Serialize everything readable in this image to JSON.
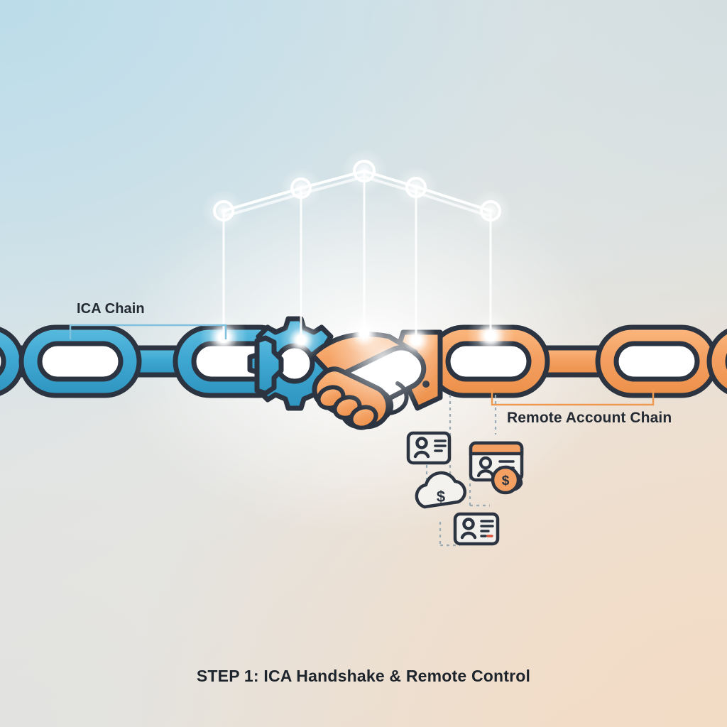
{
  "diagram": {
    "title": "STEP 1: ICA Handshake & Remote Control",
    "caption": "STEP 1: ICA Handshake & Remote Control",
    "colors": {
      "chain_left": "#41a9d3",
      "chain_right": "#f4a062",
      "outline": "#2b3440",
      "label_text": "#232a33",
      "string_white": "#ffffff",
      "bracket_blue": "#7fc0dd",
      "bracket_orange": "#ef9a53",
      "dotted_connector": "#9aaab5",
      "icon_stroke": "#2b3440",
      "accent_orange": "#f4a062",
      "bg_top_left": "#bcdce9",
      "bg_top_right": "#d4dee0",
      "bg_bottom_left": "#e2e3e1",
      "bg_bottom_right": "#f3dcc6"
    },
    "labels": [
      {
        "id": "ica-chain",
        "text": "ICA Chain",
        "side": "left"
      },
      {
        "id": "remote-account-chain",
        "text": "Remote Account Chain",
        "side": "right"
      }
    ],
    "chains": {
      "left": {
        "name": "ICA Chain",
        "color": "#41a9d3",
        "link_count": 3
      },
      "right": {
        "name": "Remote Account Chain",
        "color": "#f4a062",
        "link_count": 3
      }
    },
    "center_icons": [
      {
        "name": "gear-icon",
        "color": "#41a9d3"
      },
      {
        "name": "handshake-icon",
        "colors": [
          "#f4a062",
          "#ffffff"
        ]
      }
    ],
    "puppet": {
      "node_count": 5,
      "string_count": 5,
      "description": "glowing control bar with strings"
    },
    "account_icons": [
      {
        "name": "account-card-icon",
        "label": "",
        "accent": "none"
      },
      {
        "name": "account-card-money-icon",
        "label": "$",
        "accent": "#f4a062"
      },
      {
        "name": "cloud-money-icon",
        "label": "$",
        "accent": "none"
      },
      {
        "name": "account-card-detail-icon",
        "label": "",
        "accent": "#d9543c"
      }
    ]
  }
}
